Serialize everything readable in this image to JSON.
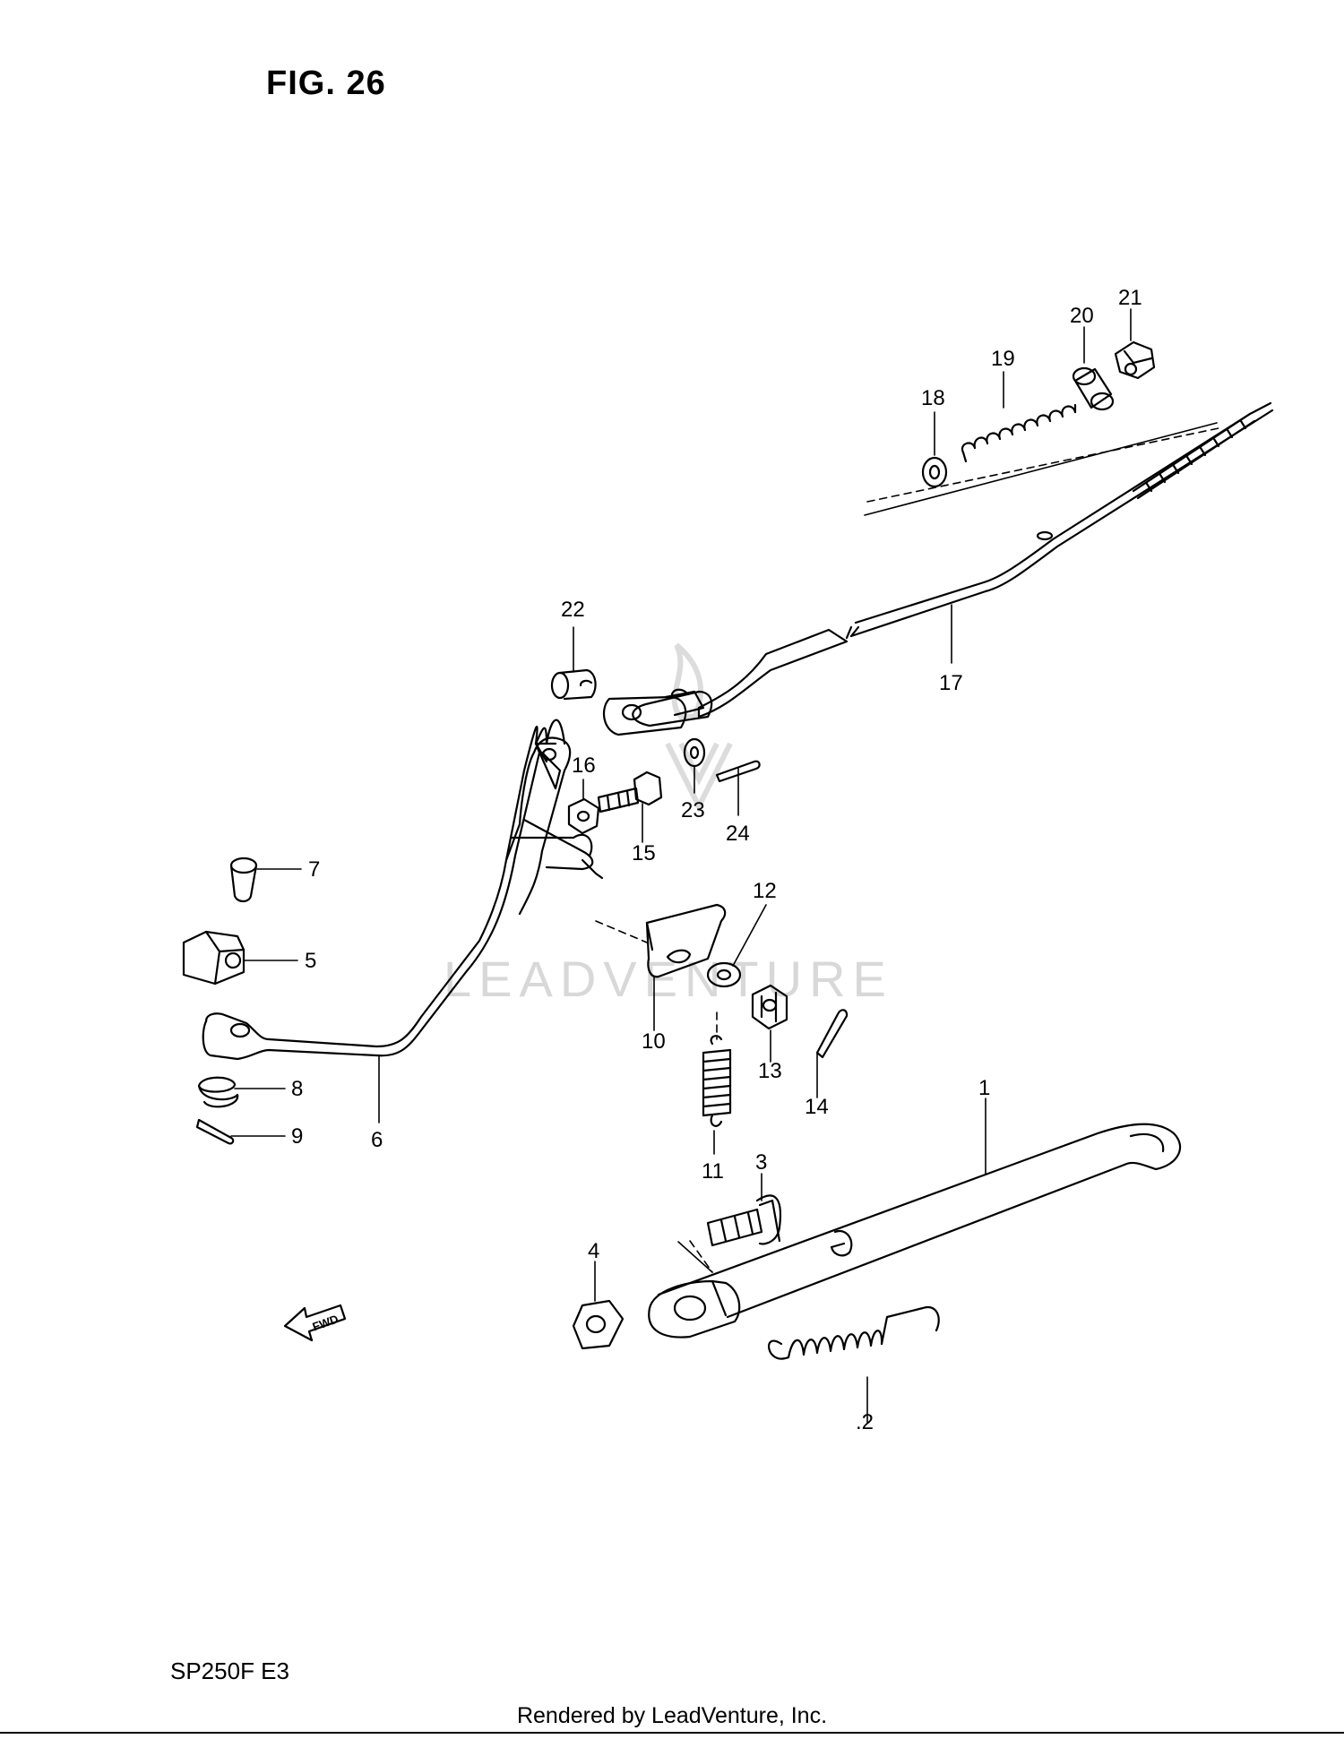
{
  "figure": {
    "title": "FIG. 26"
  },
  "model": {
    "code": "SP250F  E3"
  },
  "footer": {
    "credit": "Rendered by LeadVenture, Inc."
  },
  "watermark": {
    "text": "LEADVENTURE",
    "color": "#d8d8d8"
  },
  "direction_arrow": {
    "label": "FWD"
  },
  "callouts": [
    {
      "id": "c1",
      "label": "1"
    },
    {
      "id": "c2",
      "label": ".2"
    },
    {
      "id": "c3",
      "label": "3"
    },
    {
      "id": "c4",
      "label": "4"
    },
    {
      "id": "c5",
      "label": "5"
    },
    {
      "id": "c6",
      "label": "6"
    },
    {
      "id": "c7",
      "label": "7"
    },
    {
      "id": "c8",
      "label": "8"
    },
    {
      "id": "c9",
      "label": "9"
    },
    {
      "id": "c10",
      "label": "10"
    },
    {
      "id": "c11",
      "label": "11"
    },
    {
      "id": "c12",
      "label": "12"
    },
    {
      "id": "c13",
      "label": "13"
    },
    {
      "id": "c14",
      "label": "14"
    },
    {
      "id": "c15",
      "label": "15"
    },
    {
      "id": "c16",
      "label": "16"
    },
    {
      "id": "c17",
      "label": "17"
    },
    {
      "id": "c18",
      "label": "18"
    },
    {
      "id": "c19",
      "label": "19"
    },
    {
      "id": "c20",
      "label": "20"
    },
    {
      "id": "c21",
      "label": "21"
    },
    {
      "id": "c22",
      "label": "22"
    },
    {
      "id": "c23",
      "label": "23"
    },
    {
      "id": "c24",
      "label": "24"
    }
  ]
}
